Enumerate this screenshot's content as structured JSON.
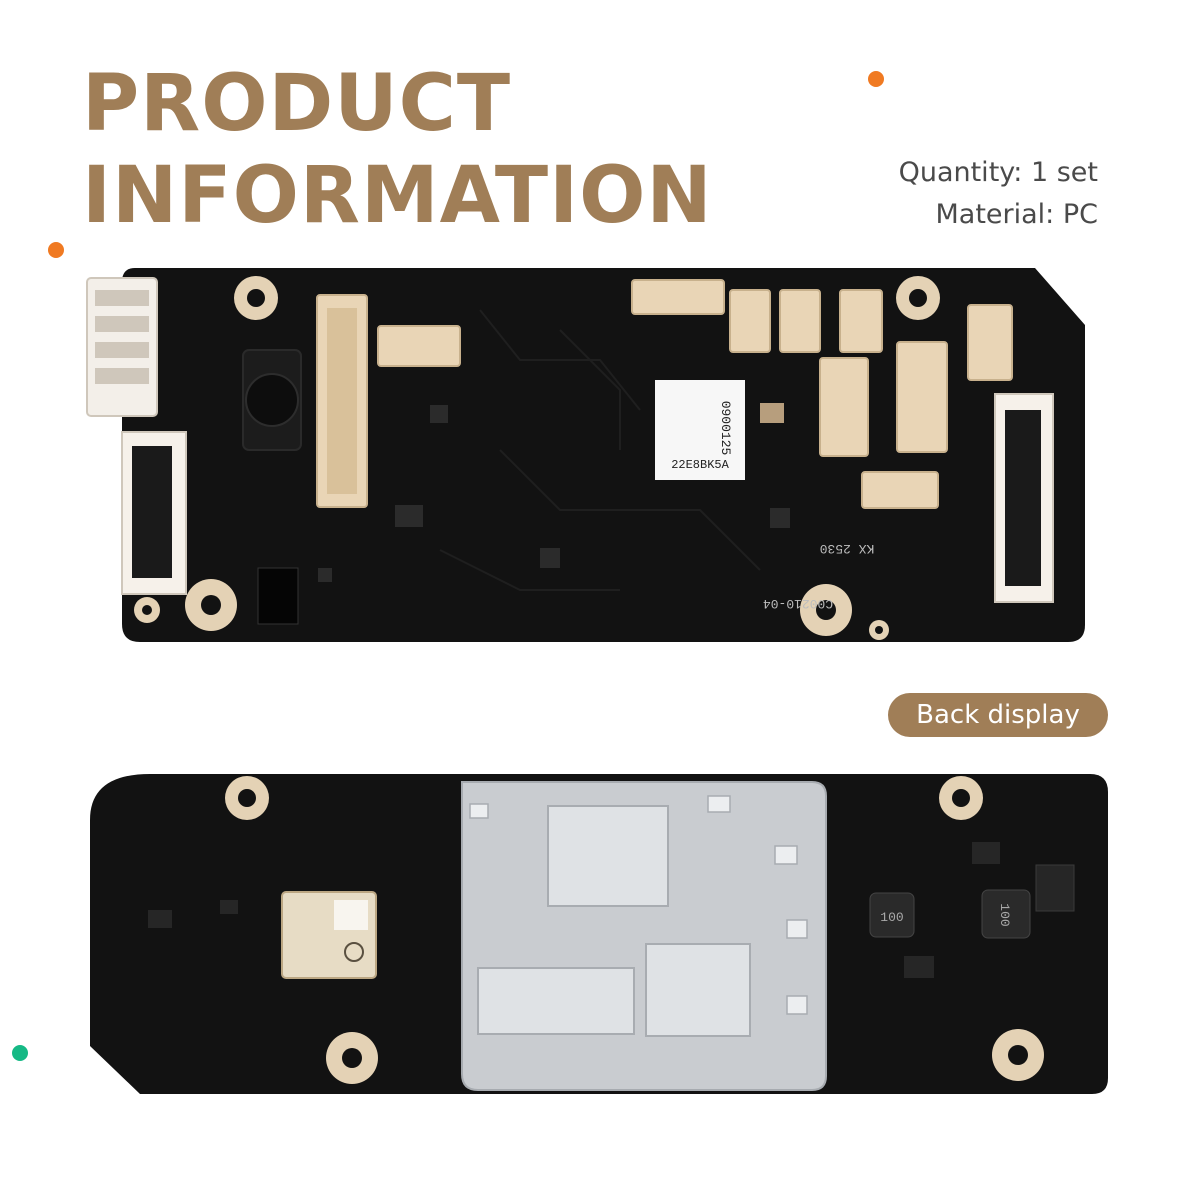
{
  "title": {
    "line1": "PRODUCT",
    "line2": "INFORMATION"
  },
  "specs": {
    "quantity": "Quantity: 1 set",
    "material": "Material: PC"
  },
  "badge": {
    "label": "Back display"
  },
  "front_board": {
    "sticker_line1": "0900125",
    "sticker_line2": "22E8BK5A",
    "silk_code": "KX 2530",
    "silk_part": "C00210-04"
  },
  "back_board": {
    "inductor_label": "100"
  },
  "colors": {
    "title": "#a07e57",
    "badge": "#a07e57",
    "dot_orange": "#f07a22",
    "dot_green": "#16b985",
    "pcb": "#121212",
    "connector": "#e9d5b6",
    "shield": "#c9ccd0"
  }
}
